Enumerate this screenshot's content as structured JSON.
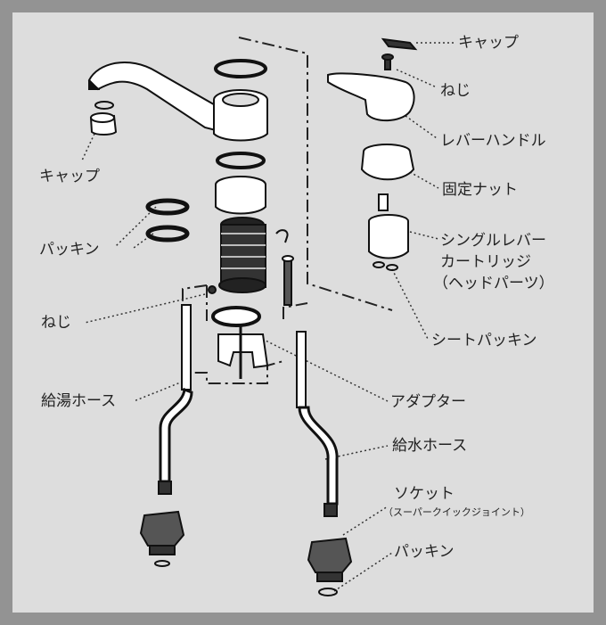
{
  "labels": {
    "cap_top": "キャップ",
    "screw_top": "ねじ",
    "lever_handle": "レバーハンドル",
    "fixing_nut": "固定ナット",
    "cartridge_line1": "シングルレバー",
    "cartridge_line2": "カートリッジ",
    "cartridge_line3": "（ヘッドパーツ）",
    "seat_packing": "シートパッキン",
    "cap_left": "キャップ",
    "packing_left": "パッキン",
    "screw_left": "ねじ",
    "hot_hose": "給湯ホース",
    "adapter": "アダプター",
    "cold_hose": "給水ホース",
    "socket": "ソケット",
    "socket_sub": "（スーパークイックジョイント）",
    "packing_bottom": "パッキン"
  },
  "colors": {
    "frame": "#939393",
    "panel": "#dddddd",
    "line": "#111111"
  }
}
